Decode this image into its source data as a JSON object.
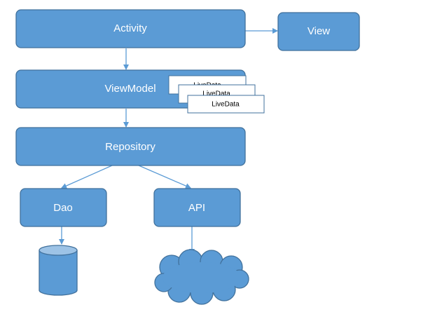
{
  "diagram": {
    "activity": "Activity",
    "view": "View",
    "viewmodel": "ViewModel",
    "livedata_1": "LiveData",
    "livedata_2": "LiveData",
    "livedata_3": "LiveData",
    "repository": "Repository",
    "dao": "Dao",
    "api": "API",
    "colors": {
      "box_fill": "#5b9bd5",
      "box_border": "#41719c",
      "arrow": "#5b9bd5",
      "card_fill": "#ffffff",
      "card_border": "#41719c"
    }
  }
}
